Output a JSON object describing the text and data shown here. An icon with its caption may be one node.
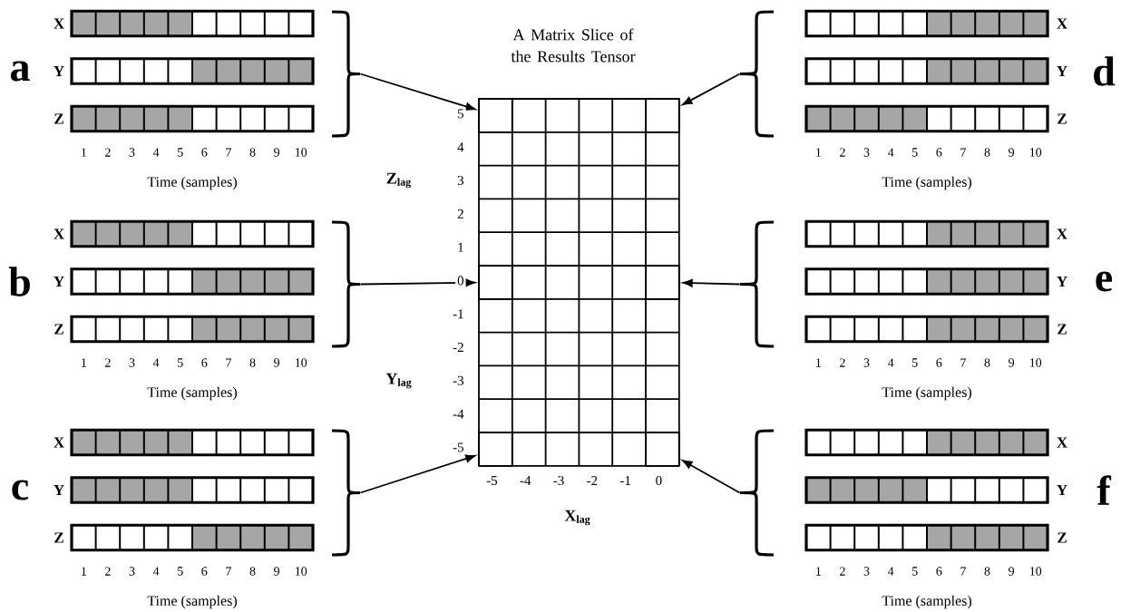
{
  "diagram": {
    "nodes": [
      {
        "text": [],
        "shape": "brace"
      },
      {
        "text": [],
        "shape": "brace"
      },
      {
        "text": [],
        "shape": "brace"
      },
      {
        "text": [],
        "shape": "brace"
      },
      {
        "text": [],
        "shape": "brace"
      },
      {
        "text": [],
        "shape": "brace"
      },
      {
        "text": [],
        "shape": "box"
      },
      {
        "text": [],
        "shape": "box"
      },
      {
        "text": [],
        "shape": "box"
      },
      {
        "text": [],
        "shape": "box"
      },
      {
        "text": [],
        "shape": "box"
      },
      {
        "text": [],
        "shape": "box"
      }
    ],
    "edges": [
      {
        "from": 0,
        "to": 6,
        "arrow": "to"
      },
      {
        "from": 1,
        "to": 7,
        "arrow": "to"
      },
      {
        "from": 2,
        "to": 8,
        "arrow": "to"
      },
      {
        "from": 3,
        "to": 9,
        "arrow": "to"
      },
      {
        "from": 4,
        "to": 10,
        "arrow": "to"
      },
      {
        "from": 5,
        "to": 11,
        "arrow": "to"
      }
    ],
    "labels": [
      "A Matrix Slice of the Results Tensor",
      "a",
      "X",
      "Y",
      "Z",
      "1",
      "2",
      "3",
      "4",
      "5",
      "6",
      "7",
      "8",
      "9",
      "10",
      "Time (samples)",
      "b",
      "X",
      "Y",
      "Z",
      "1",
      "2",
      "3",
      "4",
      "5",
      "6",
      "7",
      "8",
      "9",
      "10",
      "Time (samples)",
      "c",
      "X",
      "Y",
      "Z",
      "1",
      "2",
      "3",
      "4",
      "5",
      "6",
      "7",
      "8",
      "9",
      "10",
      "Time (samples)",
      "d",
      "X",
      "Y",
      "Z",
      "1",
      "2",
      "3",
      "4",
      "5",
      "6",
      "7",
      "8",
      "9",
      "10",
      "Time (samples)",
      "e",
      "X",
      "Y",
      "Z",
      "1",
      "2",
      "3",
      "4",
      "5",
      "6",
      "7",
      "8",
      "9",
      "10",
      "Time (samples)",
      "f",
      "X",
      "Y",
      "Z",
      "1",
      "2",
      "3",
      "4",
      "5",
      "6",
      "7",
      "8",
      "9",
      "10",
      "Time (samples)",
      "5",
      "4",
      "3",
      "2",
      "1",
      "0",
      "-1",
      "-2",
      "-3",
      "-4",
      "-5",
      "-5",
      "-4",
      "-3",
      "-2",
      "-1",
      "0",
      "Z$_{lag}$",
      "Y$_{lag}$",
      "X$_{lag}$"
    ]
  }
}
